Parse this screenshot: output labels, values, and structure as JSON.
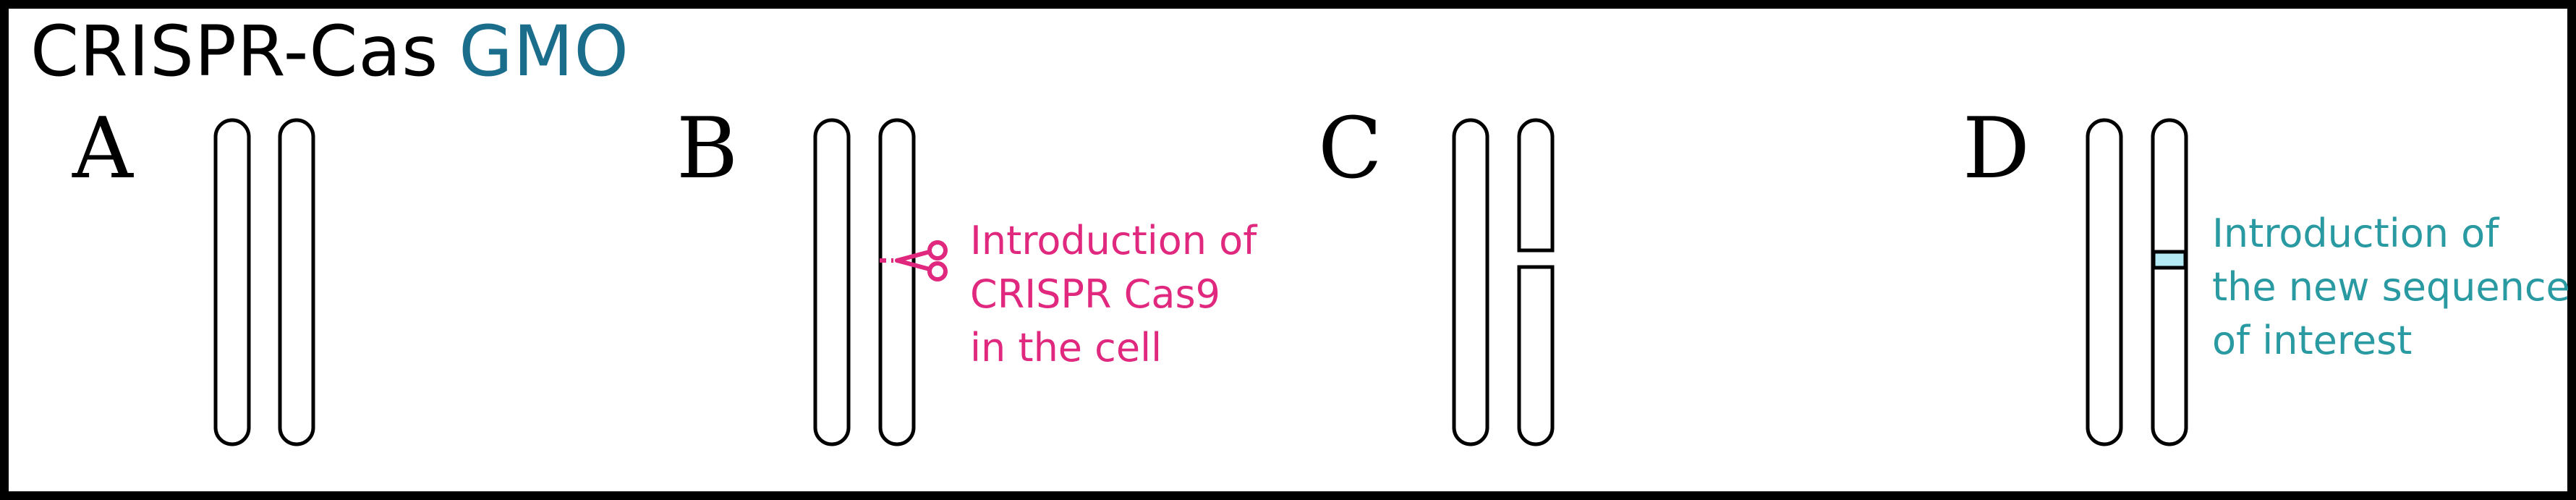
{
  "title": {
    "text": "CRISPR-Cas",
    "accent": "GMO"
  },
  "colors": {
    "accent": "#1a6e8c",
    "cas9": "#e0287e",
    "insert_text": "#2a9aa2",
    "insert_fill": "#b4eaf4",
    "outline": "#000000"
  },
  "panels": [
    {
      "letter": "A"
    },
    {
      "letter": "B",
      "annotation": [
        "Introduction of",
        "CRISPR Cas9",
        "in the cell"
      ],
      "icon": "scissors-icon"
    },
    {
      "letter": "C"
    },
    {
      "letter": "D",
      "annotation": [
        "Introduction of",
        "the new sequence",
        "of interest"
      ]
    }
  ]
}
